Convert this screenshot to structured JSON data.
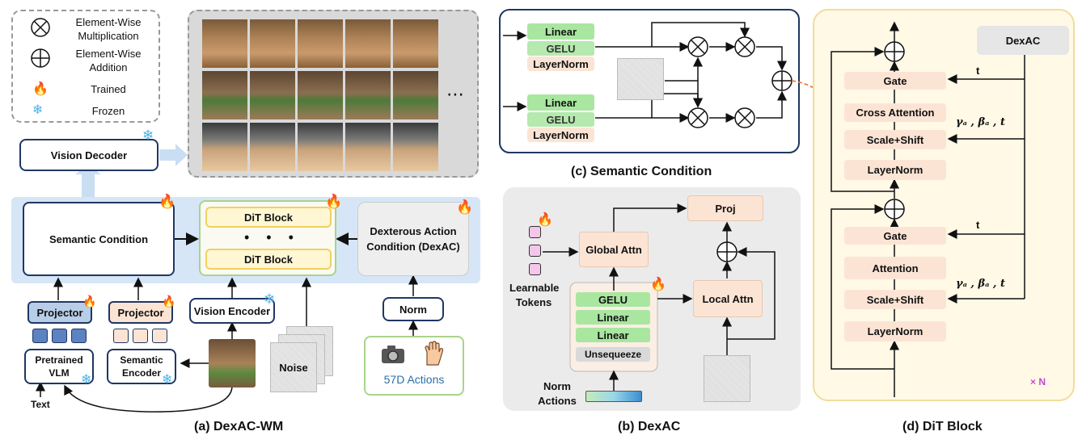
{
  "legend": {
    "multiplication": "Element-Wise Multiplication",
    "addition": "Element-Wise Addition",
    "trained": "Trained",
    "frozen": "Frozen"
  },
  "panel_a": {
    "vision_decoder": "Vision Decoder",
    "semantic_condition": "Semantic Condition",
    "dit_block_1": "DiT Block",
    "dit_block_2": "DiT Block",
    "dots": "• • •",
    "dexac": "Dexterous Action Condition (DexAC)",
    "projector_1": "Projector",
    "projector_2": "Projector",
    "vision_encoder": "Vision Encoder",
    "norm": "Norm",
    "vlm": "Pretrained VLM",
    "semantic_encoder": "Semantic Encoder",
    "noise": "Noise",
    "actions": "57D Actions",
    "text": "Text",
    "ellipsis": "⋯",
    "caption": "(a) DexAC-WM"
  },
  "panel_b": {
    "proj": "Proj",
    "global_attn": "Global Attn",
    "local_attn": "Local Attn",
    "gelu": "GELU",
    "linear_1": "Linear",
    "linear_2": "Linear",
    "unsqueeze": "Unsequeeze",
    "learnable_tokens": "Learnable Tokens",
    "norm_actions": "Norm Actions",
    "caption": "(b) DexAC"
  },
  "panel_c": {
    "linear_top": "Linear",
    "gelu_top": "GELU",
    "layernorm_top": "LayerNorm",
    "linear_bottom": "Linear",
    "gelu_bottom": "GELU",
    "layernorm_bottom": "LayerNorm",
    "caption": "(c) Semantic Condition"
  },
  "panel_d": {
    "dexac": "DexAC",
    "gate_1": "Gate",
    "cross_attention": "Cross Attention",
    "scale_shift_1": "Scale+Shift",
    "layernorm_1": "LayerNorm",
    "gate_2": "Gate",
    "attention": "Attention",
    "scale_shift_2": "Scale+Shift",
    "layernorm_2": "LayerNorm",
    "t_1": "t",
    "params_1": "γₐ , βₐ , t",
    "t_2": "t",
    "params_2": "γₐ , βₐ , t",
    "xn": "× N",
    "caption": "(d) DiT Block"
  },
  "colors": {
    "navy": "#1f3763",
    "light_blue": "#d6e6f7",
    "peach": "#fce4d4",
    "green": "#a9e6a0",
    "flame": "#f26a1b",
    "snow": "#4ab3e8",
    "yellow_bg": "#fff9e6",
    "yellow_border": "#f3dc9a"
  }
}
